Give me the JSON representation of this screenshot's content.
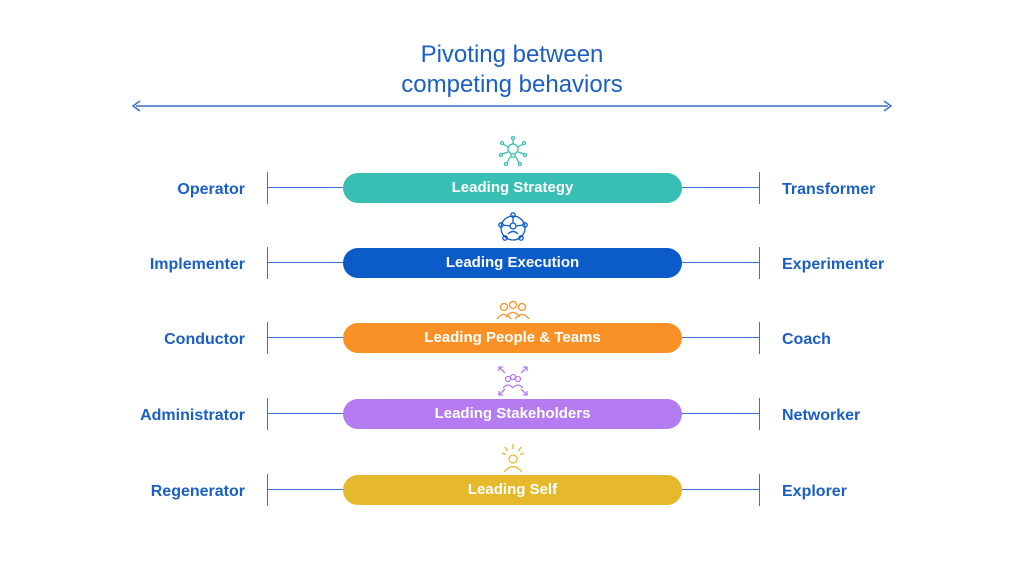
{
  "title": {
    "line1": "Pivoting between",
    "line2": "competing behaviors"
  },
  "colors": {
    "text": "#1a5fc4",
    "lines": "#3b6fd0",
    "strategy": "#38bfb3",
    "execution": "#0b5cc9",
    "people": "#fa9126",
    "stakeholders": "#b47cf0",
    "self": "#e6b92c"
  },
  "rows": [
    {
      "left": "Operator",
      "center": "Leading Strategy",
      "right": "Transformer",
      "icon": "lightbulb-network-icon"
    },
    {
      "left": "Implementer",
      "center": "Leading Execution",
      "right": "Experimenter",
      "icon": "person-network-icon"
    },
    {
      "left": "Conductor",
      "center": "Leading People & Teams",
      "right": "Coach",
      "icon": "group-people-icon"
    },
    {
      "left": "Administrator",
      "center": "Leading Stakeholders",
      "right": "Networker",
      "icon": "people-arrows-icon"
    },
    {
      "left": "Regenerator",
      "center": "Leading Self",
      "right": "Explorer",
      "icon": "person-radiant-icon"
    }
  ]
}
